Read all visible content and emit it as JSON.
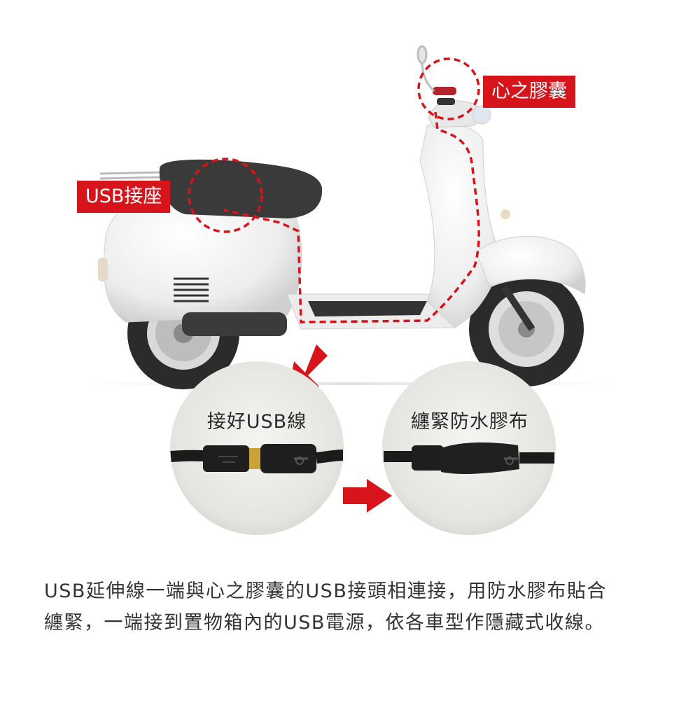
{
  "labels": {
    "usb_socket": "USB接座",
    "heart_capsule": "心之膠囊"
  },
  "steps": [
    {
      "title": "接好USB線"
    },
    {
      "title": "纏緊防水膠布"
    }
  ],
  "caption": {
    "line1": "USB延伸線一端與心之膠囊的USB接頭相連接，用防水膠布貼合",
    "line2": "纏緊，一端接到置物箱內的USB電源，依各車型作隱藏式收線。"
  },
  "colors": {
    "accent_red": "#d7141c",
    "scooter_body": "#f2f2f2",
    "seat": "#3a3a3a",
    "tire": "#2b2b2b"
  }
}
